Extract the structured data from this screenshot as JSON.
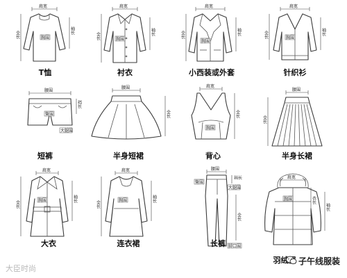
{
  "items": [
    {
      "name": "T恤",
      "dims": [
        "肩宽",
        "胸围",
        "全长",
        "袖长"
      ]
    },
    {
      "name": "衬衣",
      "dims": [
        "肩宽",
        "胸围",
        "全长",
        "袖长"
      ]
    },
    {
      "name": "小西装或外套",
      "dims": [
        "肩宽",
        "胸围",
        "全长",
        "袖长"
      ]
    },
    {
      "name": "针织衫",
      "dims": [
        "肩宽",
        "胸围",
        "全长",
        "袖长"
      ]
    },
    {
      "name": "短裤",
      "dims": [
        "腰围",
        "臀围",
        "大腿围",
        "裆长"
      ]
    },
    {
      "name": "半身短裙",
      "dims": [
        "腰围",
        "全长"
      ]
    },
    {
      "name": "背心",
      "dims": [
        "肩宽",
        "胸围",
        "全长"
      ]
    },
    {
      "name": "半身长裙",
      "dims": [
        "腰围",
        "全长"
      ]
    },
    {
      "name": "大衣",
      "dims": [
        "肩宽",
        "胸围",
        "全长",
        "袖长"
      ]
    },
    {
      "name": "连衣裙",
      "dims": [
        "肩宽",
        "胸围",
        "全长",
        "袖长"
      ]
    },
    {
      "name": "长裤",
      "dims": [
        "腰围",
        "臀围",
        "大腿围",
        "裆长",
        "脚口围",
        "全长"
      ]
    },
    {
      "name": "羽绒服",
      "dims": [
        "肩宽",
        "胸围",
        "衣长",
        "袖长"
      ]
    }
  ],
  "watermark_left": "大臣时尚",
  "watermark_right": "子午线服装",
  "accent_color": "#3a3a3a"
}
